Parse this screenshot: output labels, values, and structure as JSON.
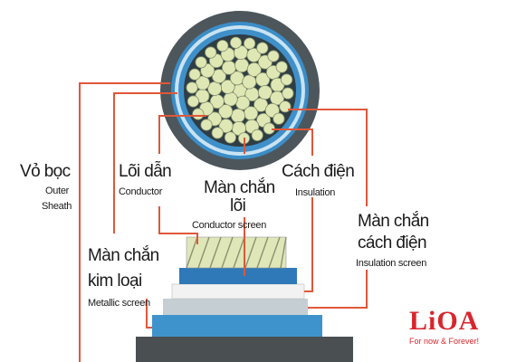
{
  "labels": {
    "outer_sheath_vi": "Vỏ bọc",
    "outer_sheath_en_1": "Outer",
    "outer_sheath_en_2": "Sheath",
    "conductor_vi": "Lõi dẫn",
    "conductor_en": "Conductor",
    "conductor_screen_vi_1": "Màn chắn",
    "conductor_screen_vi_2": "lõi",
    "conductor_screen_en": "Conductor screen",
    "insulation_vi": "Cách điện",
    "insulation_en": "Insulation",
    "insulation_screen_vi_1": "Màn chắn",
    "insulation_screen_vi_2": "cách điện",
    "insulation_screen_en": "Insulation screen",
    "metallic_screen_vi_1": "Màn chắn",
    "metallic_screen_vi_2": "kim loại",
    "metallic_screen_en": "Metallic screen"
  },
  "brand": {
    "name": "LiOA",
    "tagline": "For now & Forever!"
  },
  "colors": {
    "leader_line": "#e0573a",
    "outer_sheath": "#4a5358",
    "insulation_blue": "#3e8fc7",
    "conductor_strand": "#dfe7b4",
    "brand_red": "#d8262e"
  }
}
